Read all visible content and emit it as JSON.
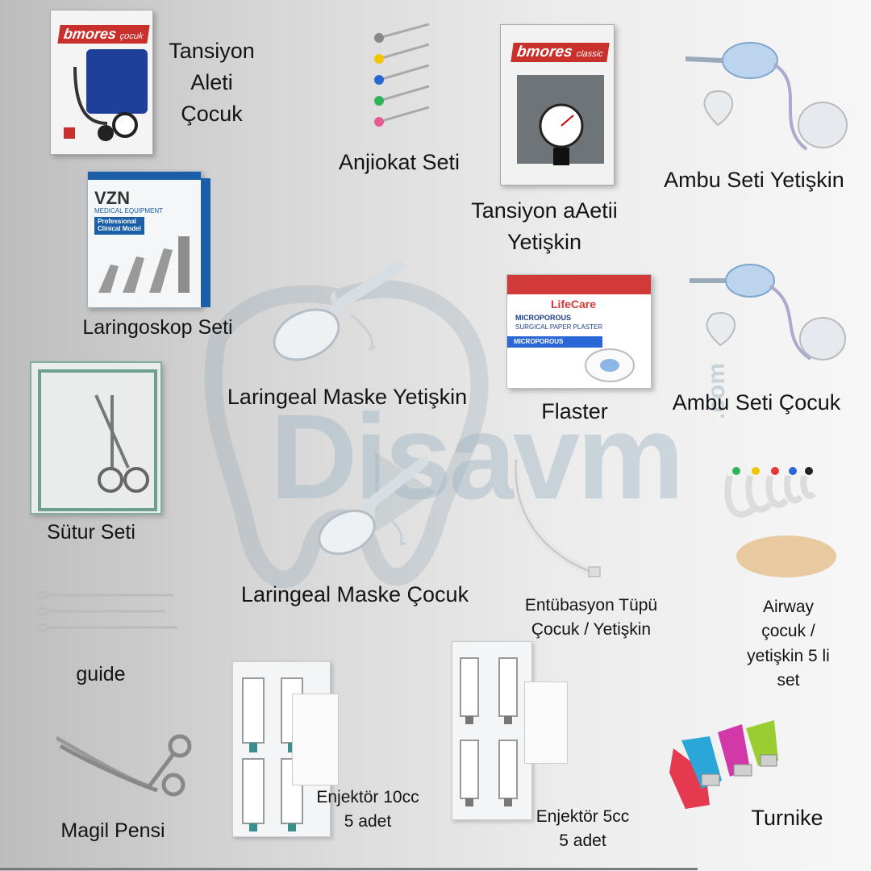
{
  "watermark": {
    "text": "Disavm",
    "suffix": ".com"
  },
  "brands": {
    "bp_child": {
      "name": "bmores",
      "variant": "çocuk"
    },
    "bp_adult": {
      "name": "bmores",
      "variant": "classic"
    },
    "laryngoscope": {
      "name": "VZN",
      "subtitle": "MEDICAL EQUIPMENT",
      "badge_line1": "Professional",
      "badge_line2": "Clinical Model"
    },
    "plaster": {
      "name": "LifeCare",
      "line1": "MICROPOROUS",
      "line2": "SURGICAL PAPER PLASTER",
      "band": "MICROPOROUS"
    }
  },
  "labels": {
    "bp_child": [
      "Tansiyon",
      "Aleti",
      "Çocuk"
    ],
    "angiocath": "Anjiokat Seti",
    "bp_adult": [
      "Tansiyon aAetii",
      "Yetişkin"
    ],
    "ambu_adult": "Ambu Seti Yetişkin",
    "laryngoscope": "Laringoskop Seti",
    "lma_adult": "Laringeal Maske Yetişkin",
    "plaster": "Flaster",
    "ambu_child": "Ambu Seti Çocuk",
    "suture": "Sütur Seti",
    "lma_child": "Laringeal Maske Çocuk",
    "ett": [
      "Entübasyon Tüpü",
      "Çocuk / Yetişkin"
    ],
    "airway": [
      "Airway",
      "çocuk /",
      "yetişkin 5 li",
      "set"
    ],
    "guide": "guide",
    "magill": "Magil Pensi",
    "syringe10": [
      "Enjektör 10cc",
      "5 adet"
    ],
    "syringe5": [
      "Enjektör 5cc",
      "5 adet"
    ],
    "tourniquet": "Turnike"
  },
  "colors": {
    "brand_red": "#c9302c",
    "watermark": "#9fb6c4",
    "box_blue": "#1b5fa8",
    "lifecare_red": "#d23a3a"
  }
}
